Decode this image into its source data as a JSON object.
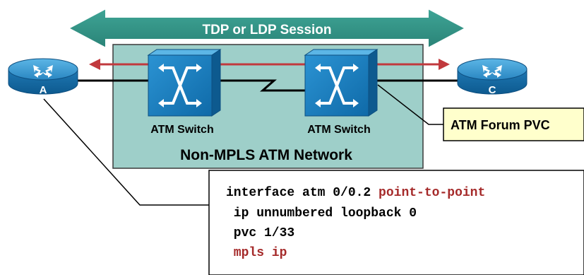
{
  "session": {
    "label": "TDP or LDP Session"
  },
  "network": {
    "label": "Non-MPLS ATM Network"
  },
  "routers": [
    {
      "label": "A"
    },
    {
      "label": "C"
    }
  ],
  "switches": [
    {
      "label": "ATM Switch"
    },
    {
      "label": "ATM Switch"
    }
  ],
  "callout": {
    "label": "ATM Forum PVC"
  },
  "config": {
    "line1_main": "interface atm 0/0.2 ",
    "line1_highlight": "point-to-point",
    "line2": " ip unnumbered loopback 0",
    "line3": " pvc 1/33",
    "line4": " mpls ip"
  },
  "colors": {
    "session_arrow": "#3d9a8e",
    "network_box": "#9ecfc9",
    "router": "#2a86c2",
    "switch": "#1a7ec1",
    "lsp_arrow": "#c1393d",
    "callout_box": "#ffffcc",
    "highlight_text": "#a52a2a"
  }
}
